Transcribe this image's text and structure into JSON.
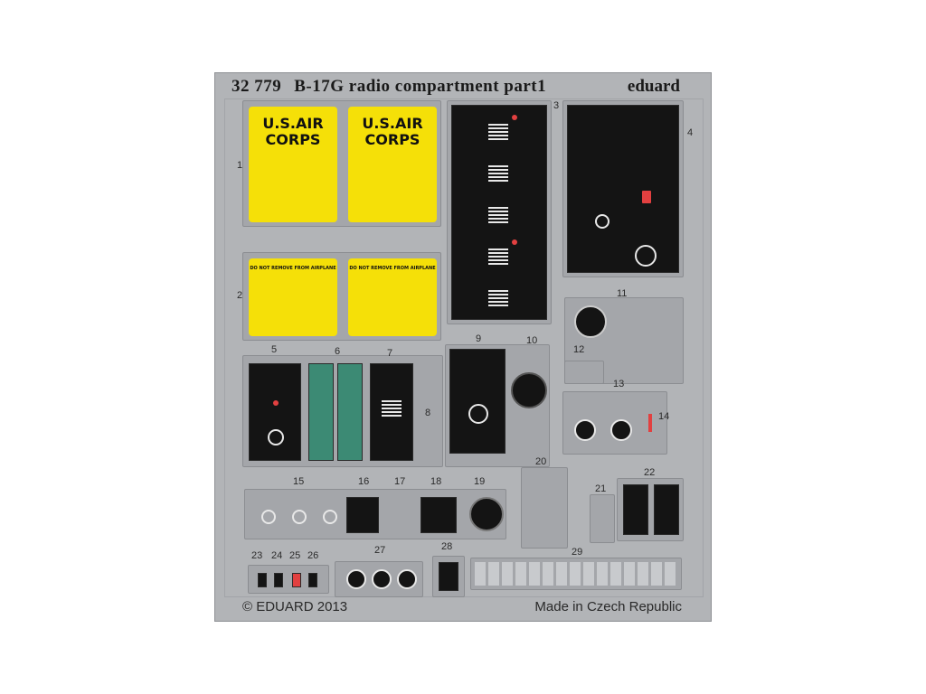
{
  "sheet": {
    "product_code": "32 779",
    "title": "B-17G radio compartment part1",
    "brand": "eduard",
    "copyright": "© EDUARD 2013",
    "origin": "Made in Czech Republic"
  },
  "labels": {
    "usac": "U.S.AIR CORPS",
    "do_not_remove": "DO NOT REMOVE FROM AIRPLANE"
  },
  "part_numbers": [
    "1",
    "2",
    "3",
    "4",
    "5",
    "6",
    "7",
    "8",
    "9",
    "10",
    "11",
    "12",
    "13",
    "14",
    "15",
    "16",
    "17",
    "18",
    "19",
    "20",
    "21",
    "22",
    "23",
    "24",
    "25",
    "26",
    "27",
    "28",
    "29"
  ],
  "colors": {
    "fret": "#b2b4b7",
    "yellow": "#f5e008",
    "panel_black": "#141414",
    "marking_red": "#e24040"
  }
}
